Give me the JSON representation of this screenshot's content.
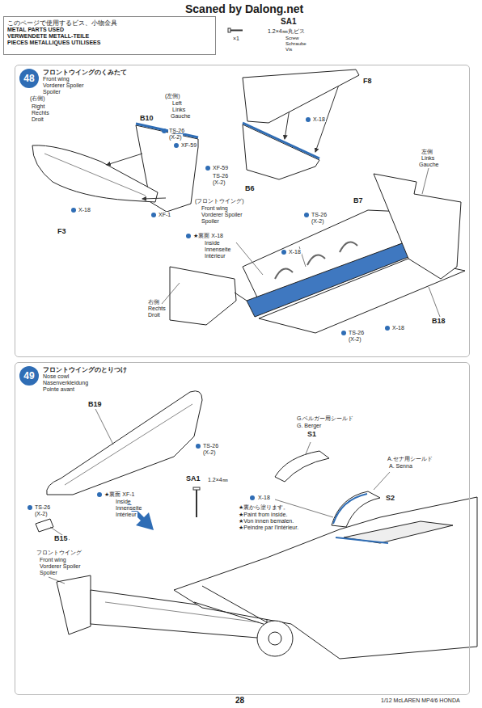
{
  "diagram": {
    "nodes": [
      {
        "text": [
          "このページで使用するビス、小物金具",
          "METAL PARTS USED",
          "VERWENDETE METALL-TEILE",
          "PIECES METALLIQUES UTILISEES"
        ]
      },
      {
        "text": [
          "フロントウイングのくみたて",
          "Front wing",
          "Vorderer Spoiler",
          "Spoiler"
        ]
      },
      {
        "text": [
          "48"
        ],
        "in": 1
      },
      {
        "text": [
          "フロントウイングのとりつけ",
          "Nose cowl",
          "Nasenverkleidung",
          "Pointe avant"
        ]
      },
      {
        "text": [
          "49"
        ],
        "in": 3
      }
    ],
    "labels": [
      "Scaned by Dalong.net",
      "SA1",
      "1.2×4㎜丸ビス",
      "×1",
      "Screw",
      "Schraube",
      "Vis",
      "(左側)",
      "Left",
      "Links",
      "Gauche",
      "(右側)",
      "Right",
      "Rechts",
      "Droit",
      "F8",
      "X-18",
      "B10",
      "TS-26",
      "(X-2)",
      "XF-59",
      "XF-59",
      "TS-26",
      "(X-2)",
      "B6",
      "F3",
      "X-18",
      "XF-1",
      "(フロントウイング)",
      "Front wing",
      "Vorderer Spoiler",
      "Spoiler",
      "B7",
      "★裏面 X-18",
      "Inside",
      "Innenseite",
      "Intérieur",
      "TS-26",
      "(X-2)",
      "X-18",
      "左側",
      "Links",
      "Gauche",
      "右側",
      "Rechts",
      "Droit",
      "B18",
      "TS-26",
      "(X-2)",
      "X-18",
      "B19",
      "TS-26",
      "(X-2)",
      "★裏面 XF-1",
      "Inside",
      "Innenseite",
      "Intérieur",
      "TS-26",
      "(X-2)",
      "B15",
      "フロントウイング",
      "Front wing",
      "Vorderer Spoiler",
      "Spoiler",
      "SA1",
      "1.2×4㎜",
      "G.ベルガー用シールド",
      "G. Berger",
      "S1",
      "A.セナ用シールド",
      "A. Senna",
      "S2",
      "X-18",
      "★裏から塗ります。",
      "★Paint from inside.",
      "★Von innen bemalen.",
      "★Peindre par l'intérieur.",
      "28",
      "1/12 McLAREN MP4/6 HONDA"
    ]
  }
}
